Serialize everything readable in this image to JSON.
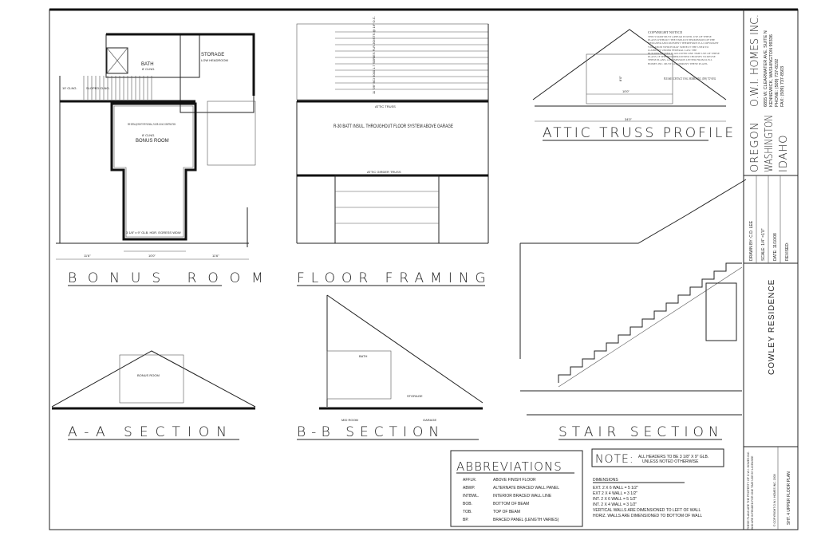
{
  "titles": {
    "bonus_room": "BONUS ROOM",
    "floor_framing": "FLOOR FRAMING",
    "attic_truss": "ATTIC TRUSS PROFILE",
    "section_aa": "A-A SECTION",
    "section_bb": "B-B SECTION",
    "stair_section": "STAIR SECTION"
  },
  "labels": {
    "storage": "STORAGE",
    "storage_sub": "LOW HEADROOM",
    "bath": "BATH",
    "bath_clg": "8' CLNG.",
    "bonus_room": "BONUS ROOM",
    "bonus_clg": "8' CLNG.",
    "see_detail": "SEE DETAIL @ RIGHT FOR FUR WALL, FLOOR & CLNG. CONSTRUCTION",
    "egress": "3 1/8\" x 9\" GLB. HDR. EGRESS WDW",
    "dim_left": "11'6\"",
    "dim_mid": "10'0\"",
    "dim_right": "11'6\"",
    "sloped_clg": "SLOPED CLNG.",
    "ten_clg": "10' CLNG.",
    "r30": "R-30 BATT INSUL. THROUGHOUT FLOOR SYSTEM ABOVE GARAGE",
    "attic_truss": "ATTIC TRUSS",
    "attic_girder": "ATTIC GIRDER TRUSS",
    "bcl": "11 7/8\" BCI 5000 1.7 SERIES FLR JOISTS @ 16\" O.C.",
    "truss_span": "34'0\"",
    "truss_room": "10'0\"",
    "truss_height": "8'0\"",
    "mid_room": "MID ROOM",
    "garage": "GARAGE",
    "bath_bb": "BATH",
    "storage_bb": "STORAGE",
    "bonus_aa": "BONUS ROOM",
    "copyright_title": "COPYRIGHT NOTICE",
    "copyright_body": "THIS STAMP MUST APPEAR IN RED. USE OF THESE PLANS WITHOUT THE EXPLICIT PERMISSION OF THE DESIGNER AND PAYMENT THEREFORE IS A COPYRIGHT VIOLATION WHICH MAY SUBJECT THE USER TO LIABILITY UNDER FEDERAL LAW. THE BUILDER/OWNER IS ALLOWED ONE TIME USE OF THESE PLANS. IF THE BUILDER/OWNER CHOOSES TO REUSE THESE PLANS, A PERMISSION LETTER FROM O.W.I. HOMES INC. MUST ACCOMPANY THESE PLANS.",
    "copyright_contact": "PLEASE CONTACT O.W.I. HOMES INC. (509) 737-8192"
  },
  "abbreviations": {
    "title": "ABBREVIATIONS",
    "items": [
      {
        "abbr": "AFFLR.",
        "desc": "ABOVE FINISH FLOOR"
      },
      {
        "abbr": "ABWP.",
        "desc": "ALTERNATE BRACED WALL PANEL"
      },
      {
        "abbr": "INTBWL.",
        "desc": "INTERIOR BRACED WALL LINE"
      },
      {
        "abbr": "BOB.",
        "desc": "BOTTOM OF BEAM"
      },
      {
        "abbr": "TOB.",
        "desc": "TOP OF BEAM"
      },
      {
        "abbr": "BP.",
        "desc": "BRACED PANEL (LENGTH VARIES)"
      }
    ]
  },
  "note": {
    "title": "NOTE:",
    "line1": "ALL HEADERS TO BE 3 1/8\" X 9\" GLB.",
    "line2": "UNLESS NOTED OTHERWISE"
  },
  "dimensions": {
    "title": "DIMENSIONS",
    "lines": [
      "EXT. 2 X 6 WALL = 5 1/2\"",
      "EXT 2 X 4 WALL = 3 1/2\"",
      "INT. 2 X 6 WALL = 5 1/2\"",
      "INT. 2 X 4 WALL = 3 1/2\"",
      "VERTICAL WALLS ARE DIMENSIONED TO LEFT OF WALL",
      "HORIZ. WALLS ARE DIMENSIONED TO BOTTOM OF WALL"
    ]
  },
  "title_block": {
    "company": "O.W.I. HOMES INC.",
    "address": "6855 W. CLEARWATER AVE. SUITE N",
    "city": "KENNEWICK, WASHINGTON 99336",
    "phone": "PHONE: (509) 737-8192",
    "fax": "FAX: (509) 737-8503",
    "state1": "OREGON",
    "state2": "WASHINGTON",
    "state3": "IDAHO",
    "drawn_by": "DRAWN BY: C.D. LEE",
    "scale": "SCALE: 1/4\" =1'0\"",
    "date": "DATE: 11/10/08",
    "revised": "REVISED:",
    "project": "COWLEY RESIDENCE",
    "legal": "THESE PLANS ARE THE PROPERTY OF O.W.I. HOMES INC. AND ARE INTENDED FOR ONE TIME USE BY LICENSEE",
    "copyright": "© COPYRIGHT O.W.I. HOMES INC. 2008",
    "sheet": "SHT. 4 UPPER FLOOR PLAN"
  }
}
